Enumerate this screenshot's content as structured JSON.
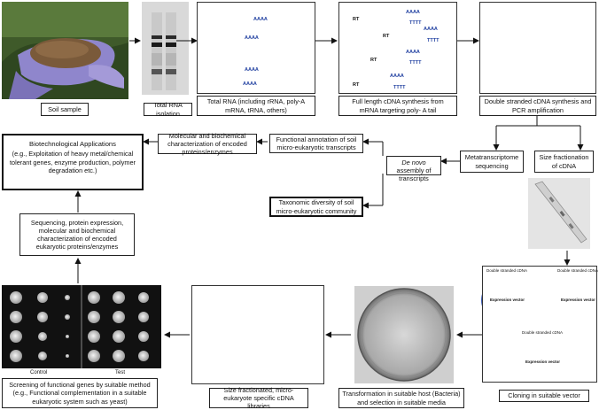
{
  "steps": {
    "soil_sample": "Soil sample",
    "total_rna_isolation": "Total RNA isolation",
    "total_rna_desc": "Total RNA (including rRNA, poly-A mRNA, tRNA, others)",
    "full_length_cdna": "Full length cDNA synthesis from mRNA targeting poly- A tail",
    "double_stranded_cdna": "Double stranded cDNA synthesis and PCR amplification",
    "metatranscriptome": "Metatranscriptome sequencing",
    "size_fractionation": "Size fractionation of cDNA",
    "de_novo_italic": "De novo",
    "de_novo_rest": " assembly of transcripts",
    "functional_annotation": "Functional annotation of soil micro-eukaryotic transcripts",
    "taxonomic_diversity": "Taxonomic diversity of soil micro-eukaryotic community",
    "molecular_characterization": "Molecular and biochemical characterization of encoded proteins/enzymes",
    "biotech_title": "Biotechnological Applications",
    "biotech_detail": "(e.g., Exploitation of heavy metal/chemical tolerant genes, enzyme production, polymer degradation etc.)",
    "sequencing_expression": "Sequencing, protein expression, molecular and biochemical characterization of encoded eukaryotic proteins/enzymes",
    "cloning": "Cloning in suitable vector",
    "transformation": "Transformation in suitable host (Bacteria) and selection in suitable media",
    "libraries": "Size fractionated, micro-eukaryote specific cDNA libraries",
    "screening": "Screening of functional genes by suitable method (e.g., Functional complementation in a suitable eukaryotic system such as yeast)"
  },
  "labels": {
    "poly_a": "AAAA",
    "poly_t": "TTTT",
    "rt": "RT",
    "control": "Control",
    "test": "Test",
    "double_stranded_cdna": "Double stranded cDNA",
    "expression_vector": "Expression vector"
  },
  "colors": {
    "mrna_blue": "#1f3fa0",
    "rt_fill": "#ffee77",
    "gel_bg": "#d9d9d9",
    "glove": "#8f86cc",
    "soil": "#7a5a3a",
    "library_fill": "#f7dcc8",
    "plasmid_blue": "#3b5bb5"
  }
}
